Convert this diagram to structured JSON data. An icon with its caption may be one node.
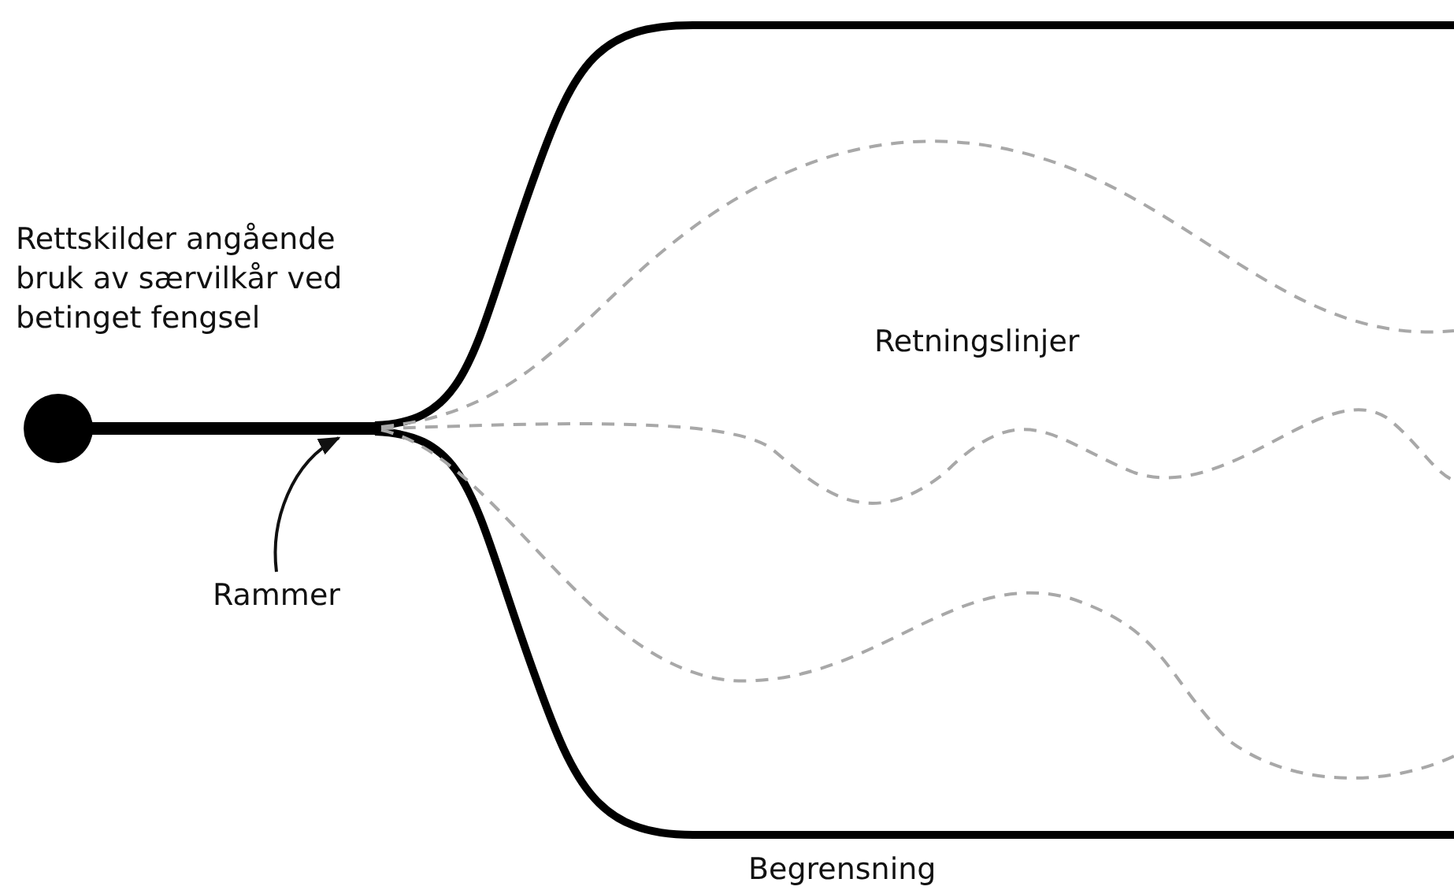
{
  "diagram": {
    "nodes": [
      {
        "text": [
          "Rammer"
        ]
      },
      {
        "text": [],
        "shape": "bar"
      }
    ],
    "edges": [
      {
        "from": 0,
        "to": 1,
        "arrow": "to"
      }
    ],
    "labels": [
      "Rettskilder angående bruk av særvilkår ved betinget fengsel",
      "Retningslinjer",
      "Begrensning"
    ]
  }
}
